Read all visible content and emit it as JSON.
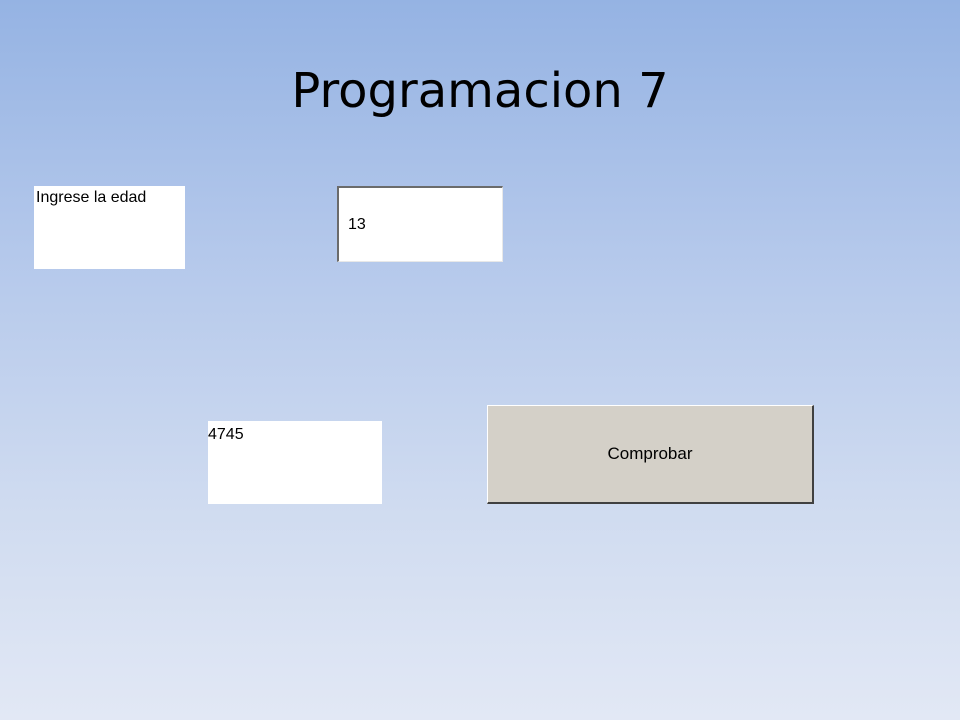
{
  "slide": {
    "title": "Programacion 7"
  },
  "form": {
    "age_label": "Ingrese la edad",
    "age_value": "13",
    "result_value": "4745",
    "check_button_label": "Comprobar"
  }
}
